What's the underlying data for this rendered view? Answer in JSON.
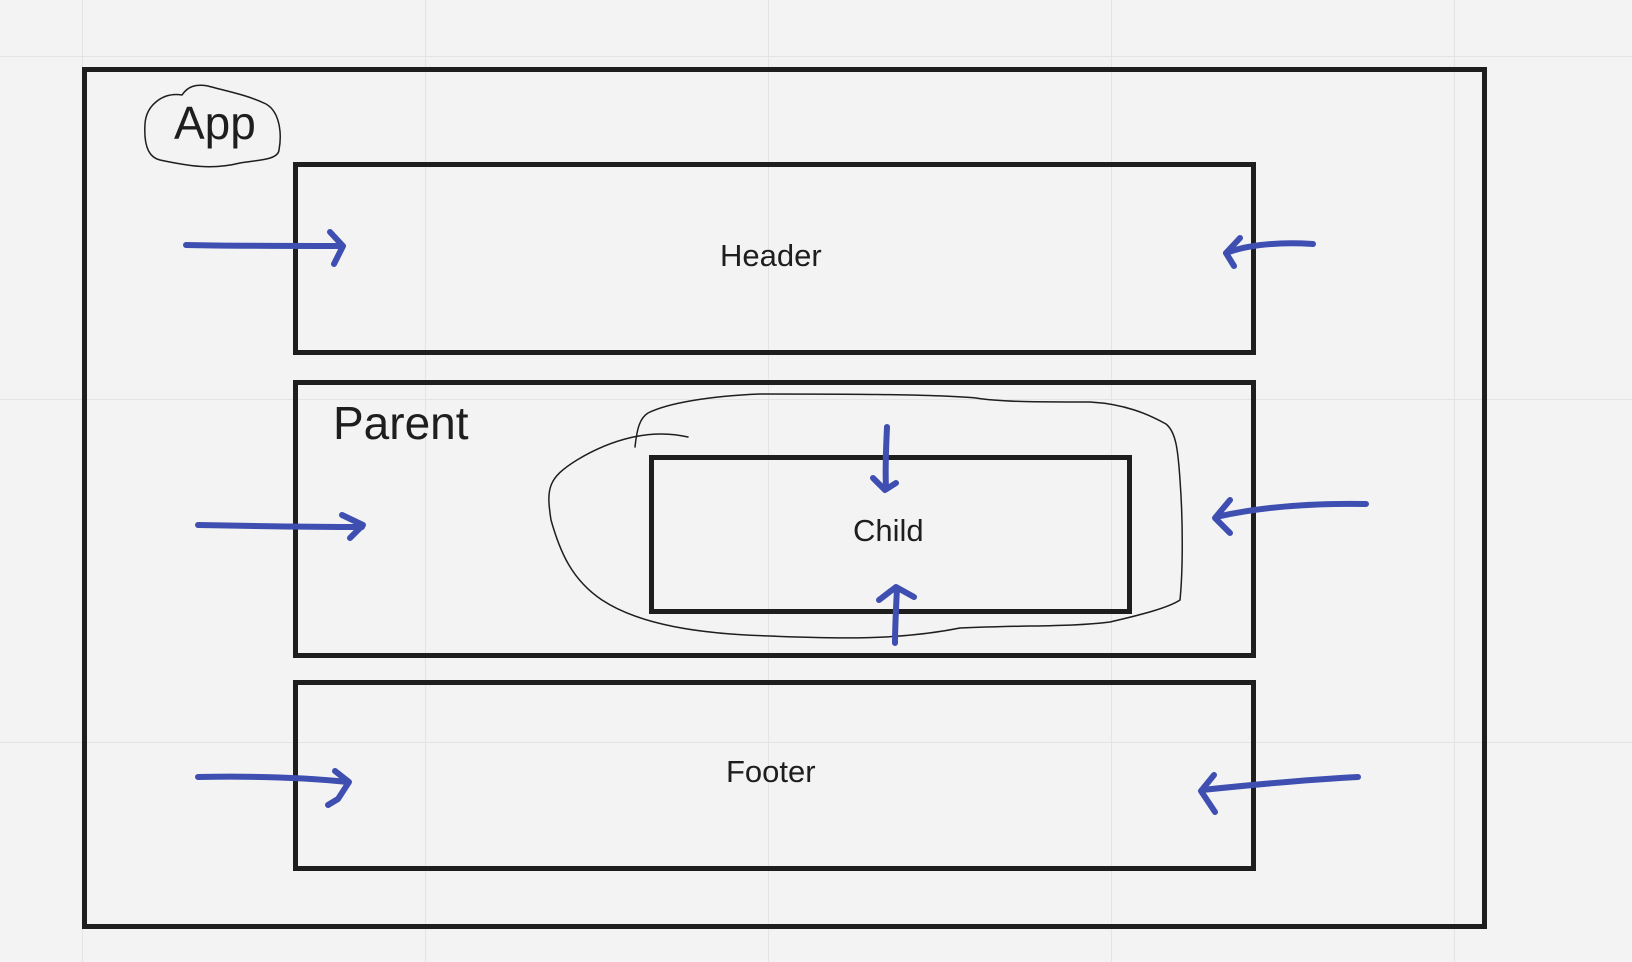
{
  "diagram": {
    "app_label": "App",
    "header_label": "Header",
    "parent_label": "Parent",
    "child_label": "Child",
    "footer_label": "Footer"
  },
  "colors": {
    "background": "#f3f3f3",
    "grid": "#e4e4e4",
    "ink": "#1e1e1e",
    "arrow": "#3f4fb1"
  },
  "icons": {
    "arrow": "hand-drawn-arrow-icon",
    "outline": "hand-drawn-lasso-outline"
  }
}
